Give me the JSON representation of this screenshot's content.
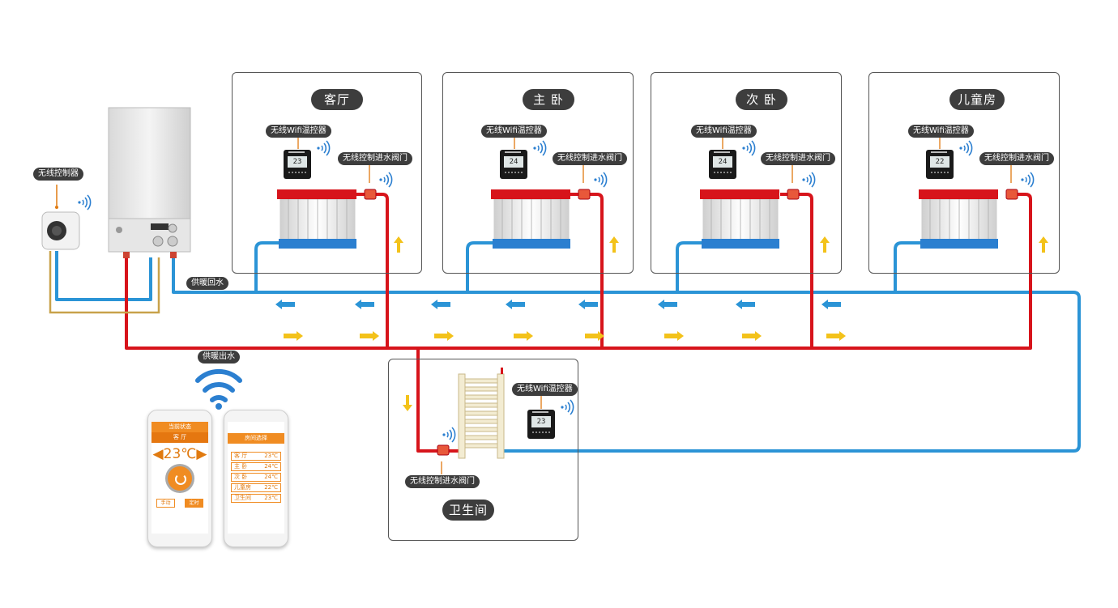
{
  "rooms": {
    "living": {
      "name": "客厅",
      "thermostat_label": "无线Wifi温控器",
      "valve_label": "无线控制进水阀门",
      "display": "23"
    },
    "master": {
      "name": "主  卧",
      "thermostat_label": "无线Wifi温控器",
      "valve_label": "无线控制进水阀门",
      "display": "24"
    },
    "second": {
      "name": "次  卧",
      "thermostat_label": "无线Wifi温控器",
      "valve_label": "无线控制进水阀门",
      "display": "24"
    },
    "kids": {
      "name": "儿童房",
      "thermostat_label": "无线Wifi温控器",
      "valve_label": "无线控制进水阀门",
      "display": "22"
    },
    "bath": {
      "name": "卫生间",
      "thermostat_label": "无线Wifi温控器",
      "valve_label": "无线控制进水阀门",
      "display": "23"
    }
  },
  "boiler": {
    "controller_label": "无线控制器"
  },
  "pipes": {
    "return_label": "供暖回水",
    "supply_label": "供暖出水"
  },
  "colors": {
    "supply": "#d7141b",
    "return": "#2b94d6",
    "flow_arrow": "#f3c21a",
    "wire_gold": "#c8a24a"
  },
  "phone_app": {
    "left": {
      "header": "当前状态",
      "room": "客 厅",
      "temperature": "23℃",
      "mode_manual": "手动",
      "mode_timer": "定时"
    },
    "right": {
      "header": "房间选择",
      "rooms": [
        {
          "name": "客  厅",
          "temp": "23℃"
        },
        {
          "name": "主  卧",
          "temp": "24℃"
        },
        {
          "name": "次  卧",
          "temp": "24℃"
        },
        {
          "name": "儿童房",
          "temp": "22℃"
        },
        {
          "name": "卫生间",
          "temp": "23℃"
        }
      ]
    }
  }
}
